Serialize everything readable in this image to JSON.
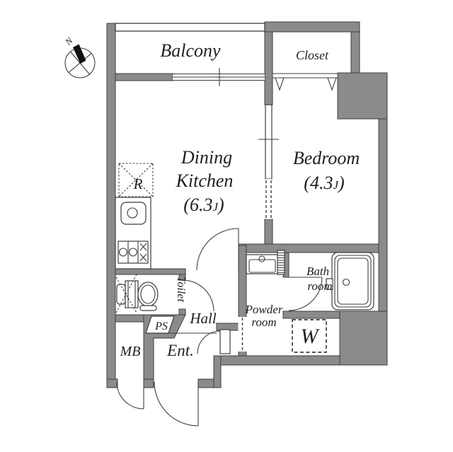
{
  "colors": {
    "wall": "#8b8b8b",
    "line": "#3c3c3c",
    "text": "#1f1f1f",
    "bg": "#ffffff"
  },
  "compass": {
    "north": "N"
  },
  "rooms": {
    "balcony": {
      "name": "Balcony"
    },
    "closet": {
      "name": "Closet"
    },
    "dining_kitchen": {
      "name_line1": "Dining",
      "name_line2": "Kitchen",
      "area_open": "(6.3",
      "area_unit": "J",
      "area_close": ")"
    },
    "bedroom": {
      "name": "Bedroom",
      "area_open": "(4.3",
      "area_unit": "J",
      "area_close": ")"
    },
    "toilet": {
      "name": "Toilet"
    },
    "hall": {
      "name": "Hall"
    },
    "entrance": {
      "name": "Ent."
    },
    "meter_box": {
      "name": "MB"
    },
    "pipe_space": {
      "name": "PS"
    },
    "powder_room": {
      "name_line1": "Powder",
      "name_line2": "room"
    },
    "bathroom": {
      "name_line1": "Bath",
      "name_line2": "room"
    },
    "washer_space": {
      "name": "W"
    },
    "refrigerator_space": {
      "name": "R"
    }
  }
}
